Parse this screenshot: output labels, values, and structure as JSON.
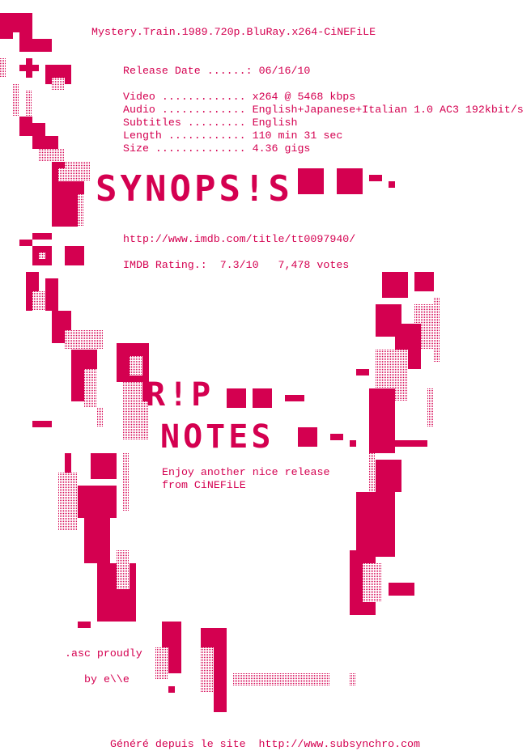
{
  "title": "Mystery.Train.1989.720p.BluRay.x264-CiNEFiLE",
  "info": {
    "release_date": "Release Date ......: 06/16/10",
    "video": "Video ............. x264 @ 5468 kbps",
    "audio": "Audio ............. English+Japanese+Italian 1.0 AC3 192kbit/s",
    "subtitles": "Subtitles ......... English",
    "length": "Length ............ 110 min 31 sec",
    "size": "Size .............. 4.36 gigs"
  },
  "synopsis": {
    "heading": "SYNOPS!S",
    "imdb_url": "http://www.imdb.com/title/tt0097940/",
    "imdb_rating": "IMDB Rating.:  7.3/10   7,478 votes"
  },
  "rip_notes": {
    "heading_1": "R!P",
    "heading_2": "NOTES",
    "line_1": "Enjoy another nice release",
    "line_2": "from CiNEFiLE"
  },
  "credits": {
    "line_1": ".asc proudly",
    "line_2": "by e\\\\e"
  },
  "footer": "Généré depuis le site  http://www.subsynchro.com",
  "colors": {
    "accent": "#d40050"
  }
}
